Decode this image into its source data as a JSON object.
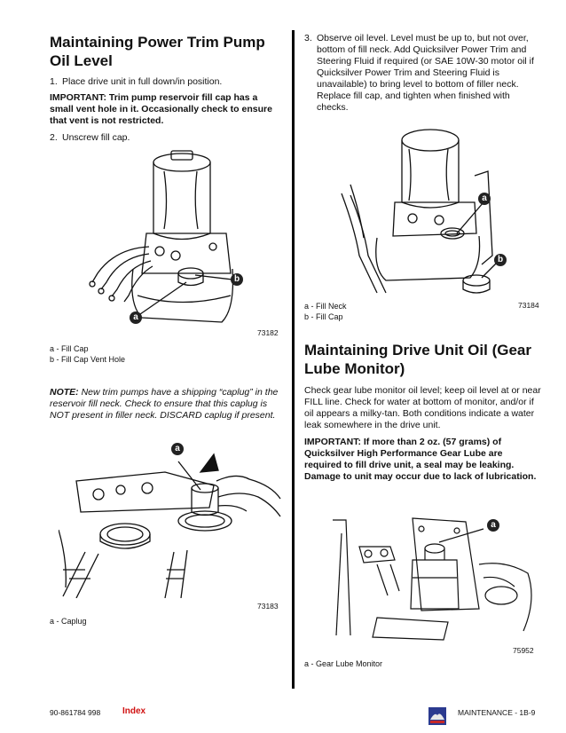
{
  "left": {
    "heading": "Maintaining Power Trim Pump Oil Level",
    "step1": "Place drive unit in full down/in position.",
    "step1_num": "1.",
    "important": "IMPORTANT: Trim pump reservoir fill cap has a small vent hole in it. Occasionally check to ensure that vent is not restricted.",
    "step2_num": "2.",
    "step2": "Unscrew fill cap.",
    "fig1_id": "73182",
    "fig1_callout_a": "a",
    "fig1_callout_b": "b",
    "fig1_caption_a": "a - Fill Cap",
    "fig1_caption_b": "b - Fill Cap Vent Hole",
    "note_label": "NOTE:",
    "note": "New trim pumps have a shipping “caplug” in the reservoir fill neck. Check to ensure that this caplug is NOT present in filler neck. DISCARD caplug if present.",
    "fig2_id": "73183",
    "fig2_callout_a": "a",
    "fig2_caption_a": "a - Caplug"
  },
  "right": {
    "step3_num": "3.",
    "step3": "Observe oil level. Level must be up to, but not over, bottom of fill neck. Add Quicksilver Power Trim and Steering Fluid if required (or SAE 10W-30 motor oil if Quicksilver Power Trim and Steering Fluid is unavailable) to bring level to bottom of filler neck. Replace fill cap, and tighten when finished with checks.",
    "fig3_id": "73184",
    "fig3_callout_a": "a",
    "fig3_callout_b": "b",
    "fig3_caption_a": "a - Fill Neck",
    "fig3_caption_b": "b - Fill Cap",
    "heading2": "Maintaining Drive Unit Oil (Gear Lube Monitor)",
    "body": "Check gear lube monitor oil level; keep oil level at or near FILL line. Check for water at bottom of monitor, and/or if oil appears a milky-tan. Both conditions indicate a water leak somewhere in the drive unit.",
    "important2": "IMPORTANT: If more than 2 oz. (57 grams) of Quicksilver High Performance Gear Lube are required to fill drive unit, a seal may be leaking. Damage to unit may occur due to lack of lubrication.",
    "fig4_id": "75952",
    "fig4_callout_a": "a",
    "fig4_caption_a": "a - Gear Lube Monitor"
  },
  "footer": {
    "doc_number": "90-861784  998",
    "index_label": "Index",
    "section": "MAINTENANCE - 1B-9"
  }
}
